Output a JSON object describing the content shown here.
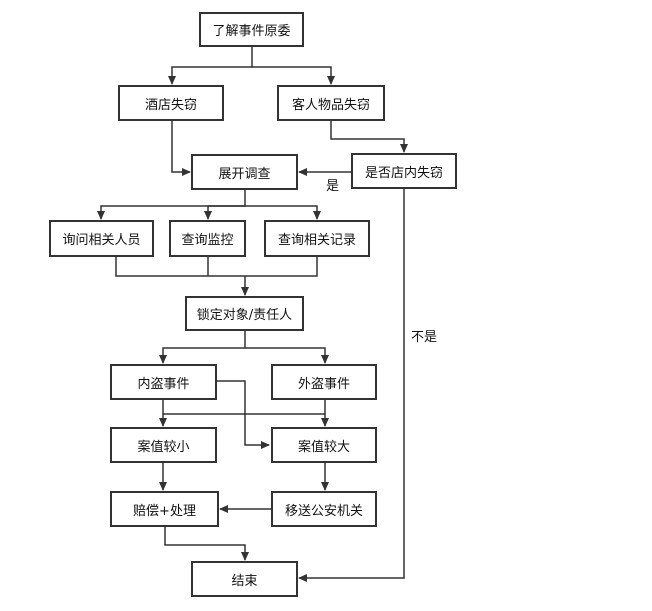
{
  "nodes": {
    "understand": "了解事件原委",
    "hotel_theft": "酒店失窃",
    "guest_theft": "客人物品失窃",
    "investigate": "展开调查",
    "inside_check": "是否店内失窃",
    "ask_people": "询问相关人员",
    "check_cctv": "查询监控",
    "check_records": "查询相关记录",
    "lock_target": "锁定对象/责任人",
    "internal_theft": "内盗事件",
    "external_theft": "外盗事件",
    "small_value": "案值较小",
    "large_value": "案值较大",
    "compensate": "赔偿+处理",
    "police": "移送公安机关",
    "end": "结束"
  },
  "edge_labels": {
    "yes": "是",
    "no": "不是"
  },
  "colors": {
    "stroke": "#333333",
    "text": "#111111"
  }
}
